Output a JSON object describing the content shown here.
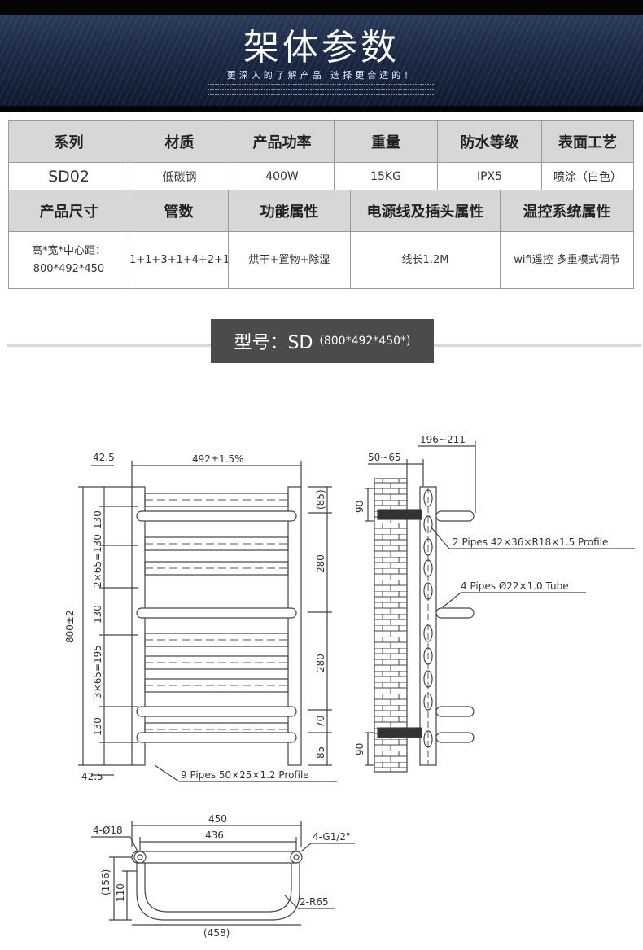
{
  "banner": {
    "title": "架体参数",
    "subtitle": "更深入的了解产品 选择更合适的！"
  },
  "spec_table": {
    "row1_headers": [
      "系列",
      "材质",
      "产品功率",
      "重量",
      "防水等级",
      "表面工艺"
    ],
    "row1_values": [
      "SD02",
      "低碳钢",
      "400W",
      "15KG",
      "IPX5",
      "喷涂（白色）"
    ],
    "row2_headers": [
      "产品尺寸",
      "管数",
      "功能属性",
      "电源线及插头属性",
      "温控系统属性"
    ],
    "row2_values": {
      "size_line1": "高*宽*中心距：",
      "size_line2": "800*492*450",
      "pipes": "1+1+3+1+4+2+1",
      "function": "烘干+置物+除湿",
      "cable": "线长1.2M",
      "control": "wifi遥控 多重模式调节"
    }
  },
  "model": {
    "label": "型号：SD",
    "dims": "(800*492*450*)"
  },
  "drawing": {
    "front": {
      "width_dim": "492±1.5%",
      "top_offset": "42.5",
      "bottom_offset": "42.5",
      "height_dim": "800±2",
      "left_dims": [
        "130",
        "2×65=130",
        "130",
        "3×65=195",
        "130"
      ],
      "right_dims": [
        "(85)",
        "280",
        "280",
        "70",
        "85"
      ],
      "pipes_note": "9 Pipes 50×25×1.2 Profile"
    },
    "side": {
      "depth_dim": "196~211",
      "wall_dim": "50~65",
      "top_dim": "90",
      "bottom_dim": "90",
      "note1": "2 Pipes 42×36×R18×1.5 Profile",
      "note2": "4 Pipes Ø22×1.0 Tube"
    },
    "bottom": {
      "outer": "450",
      "inner": "436",
      "holes": "4-Ø18",
      "thread": "4-G1/2\"",
      "height1": "(156)",
      "height2": "110",
      "radius": "2-R65",
      "depth": "(458)"
    }
  }
}
